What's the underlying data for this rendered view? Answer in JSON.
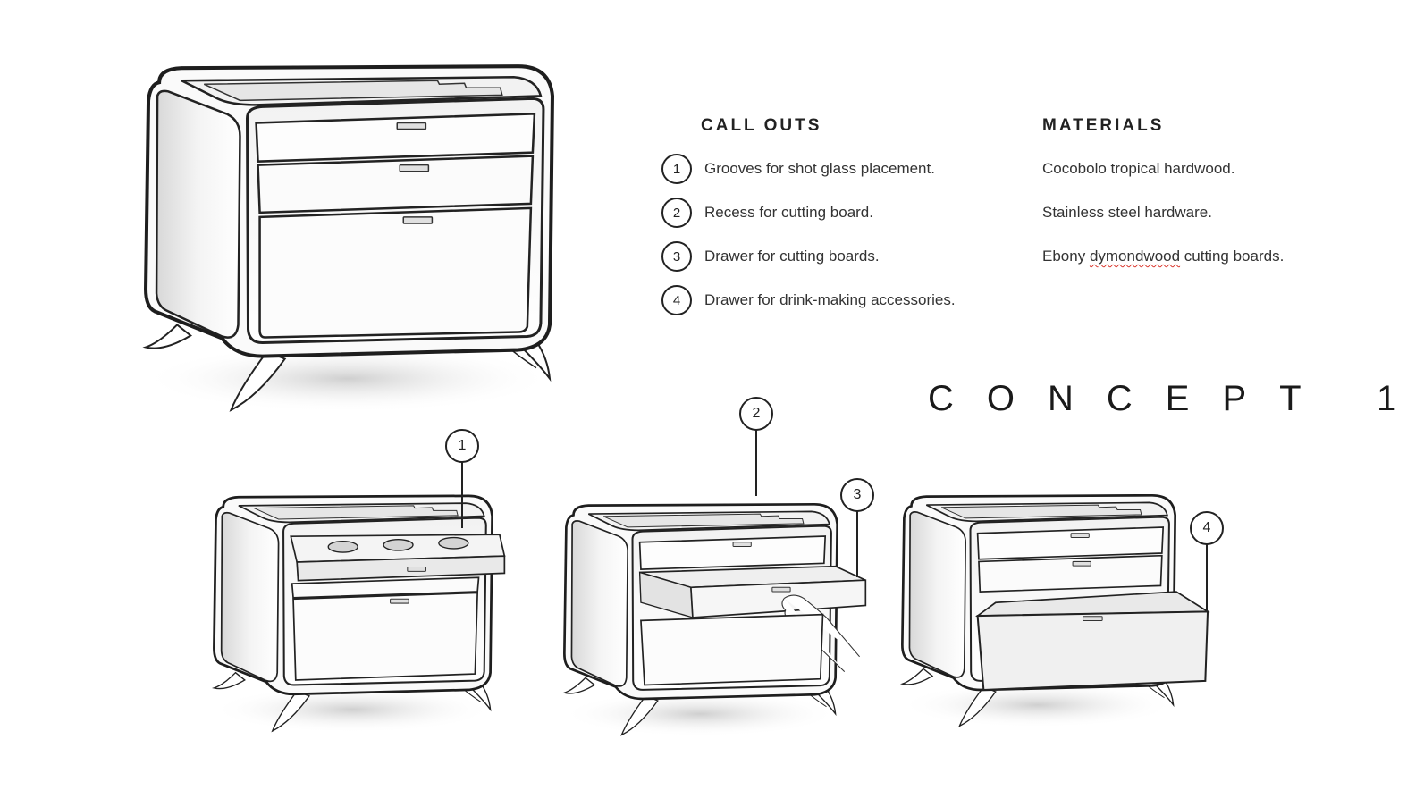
{
  "callouts": {
    "heading": "CALL OUTS",
    "items": [
      {
        "number": "1",
        "text": "Grooves for shot glass placement."
      },
      {
        "number": "2",
        "text": "Recess for cutting board."
      },
      {
        "number": "3",
        "text": "Drawer for cutting boards."
      },
      {
        "number": "4",
        "text": "Drawer for drink-making accessories."
      }
    ]
  },
  "materials": {
    "heading": "MATERIALS",
    "items": [
      {
        "text": "Cocobolo tropical hardwood."
      },
      {
        "text": "Stainless steel hardware."
      },
      {
        "prefix": "Ebony ",
        "flagged_word": "dymondwood",
        "suffix": " cutting boards."
      }
    ]
  },
  "concept_title": "CONCEPT 1",
  "markers": [
    "1",
    "2",
    "3",
    "4"
  ]
}
